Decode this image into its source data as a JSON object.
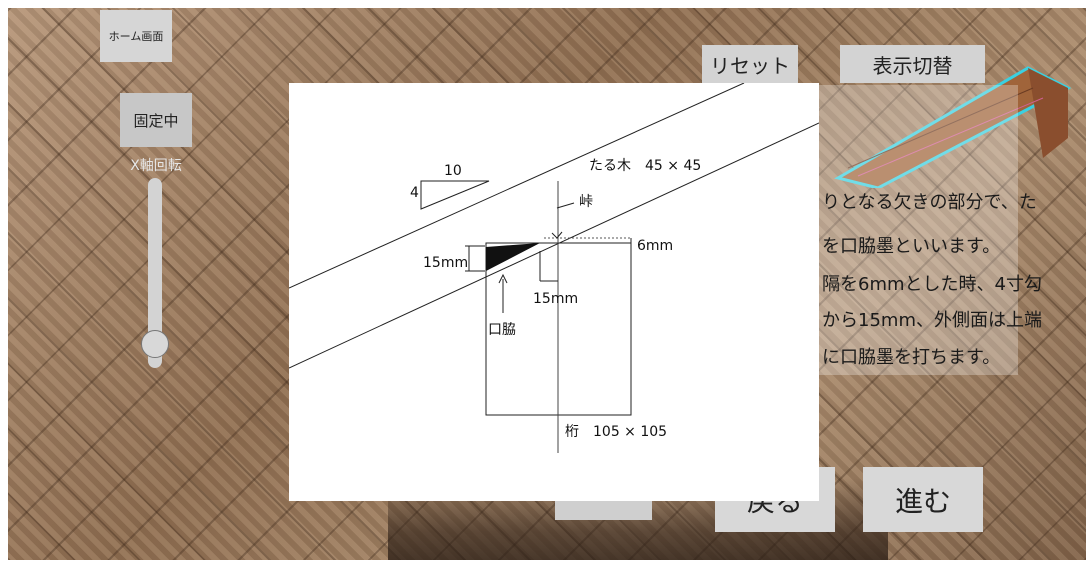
{
  "toolbar": {
    "home_label": "ホーム画面",
    "fixed_label": "固定中",
    "x_axis_label": "X軸回転",
    "reset_label": "リセット",
    "toggle_label": "表示切替",
    "back_label": "戻る",
    "next_label": "進む"
  },
  "slider": {
    "x_rotation_level": 0.1
  },
  "panel": {
    "lines": [
      "りとなる欠きの部分で、た",
      "を口脇墨といいます。",
      "隔を6mmとした時、4寸勾",
      "から15mm、外側面は上端",
      "に口脇墨を打ちます。"
    ]
  },
  "diagram": {
    "slope_run": "10",
    "slope_rise": "4",
    "rafter_label": "たる木　45 × 45",
    "peak_label": "峠",
    "gap_label": "6mm",
    "height_label": "15mm",
    "offset_label": "15mm",
    "kuchiwaki_label": "口脇",
    "beam_label": "桁　105 × 105"
  }
}
